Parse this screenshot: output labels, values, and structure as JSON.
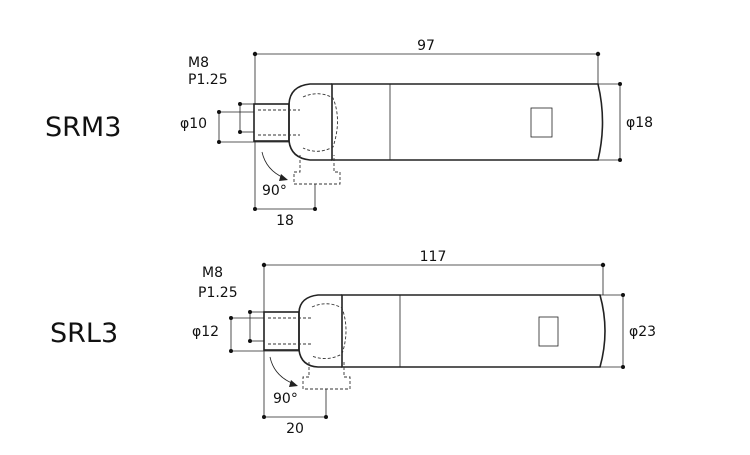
{
  "products": [
    {
      "model": "SRM3",
      "thread_size": "M8",
      "thread_pitch": "P1.25",
      "length_label": "97",
      "stud_diameter_label": "φ10",
      "body_diameter_label": "φ18",
      "angle_label": "90°",
      "offset_label": "18"
    },
    {
      "model": "SRL3",
      "thread_size": "M8",
      "thread_pitch": "P1.25",
      "length_label": "117",
      "stud_diameter_label": "φ12",
      "body_diameter_label": "φ23",
      "angle_label": "90°",
      "offset_label": "20"
    }
  ]
}
